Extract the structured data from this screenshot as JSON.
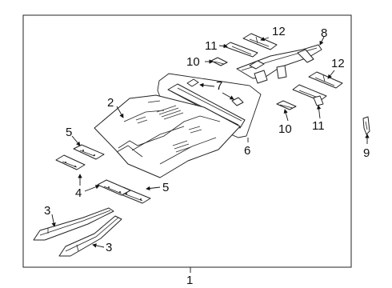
{
  "callouts": {
    "c1": "1",
    "c2": "2",
    "c3a": "3",
    "c3b": "3",
    "c4": "4",
    "c5a": "5",
    "c5b": "5",
    "c6": "6",
    "c7": "7",
    "c8": "8",
    "c9": "9",
    "c10a": "10",
    "c10b": "10",
    "c11a": "11",
    "c11b": "11",
    "c12a": "12",
    "c12b": "12"
  }
}
